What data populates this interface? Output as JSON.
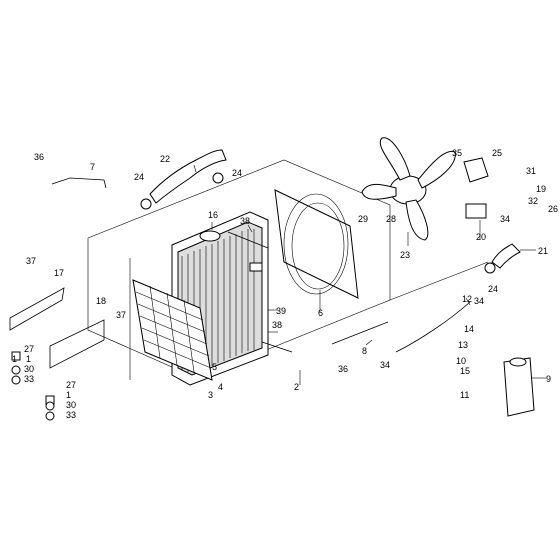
{
  "callouts": [
    {
      "id": "l1a",
      "text": "1"
    },
    {
      "id": "l1b",
      "text": "1"
    },
    {
      "id": "l2",
      "text": "2"
    },
    {
      "id": "l3",
      "text": "3"
    },
    {
      "id": "l4",
      "text": "4"
    },
    {
      "id": "l5",
      "text": "5"
    },
    {
      "id": "l6",
      "text": "6"
    },
    {
      "id": "l7",
      "text": "7"
    },
    {
      "id": "l8",
      "text": "8"
    },
    {
      "id": "l9",
      "text": "9"
    },
    {
      "id": "l10",
      "text": "10"
    },
    {
      "id": "l11",
      "text": "11"
    },
    {
      "id": "l12",
      "text": "12"
    },
    {
      "id": "l13",
      "text": "13"
    },
    {
      "id": "l14",
      "text": "14"
    },
    {
      "id": "l15",
      "text": "15"
    },
    {
      "id": "l16",
      "text": "16"
    },
    {
      "id": "l17",
      "text": "17"
    },
    {
      "id": "l18",
      "text": "18"
    },
    {
      "id": "l19",
      "text": "19"
    },
    {
      "id": "l20",
      "text": "20"
    },
    {
      "id": "l21",
      "text": "21"
    },
    {
      "id": "l22",
      "text": "22"
    },
    {
      "id": "l23",
      "text": "23"
    },
    {
      "id": "l24a",
      "text": "24"
    },
    {
      "id": "l24b",
      "text": "24"
    },
    {
      "id": "l24c",
      "text": "24"
    },
    {
      "id": "l25",
      "text": "25"
    },
    {
      "id": "l26",
      "text": "26"
    },
    {
      "id": "l27a",
      "text": "27"
    },
    {
      "id": "l27b",
      "text": "27"
    },
    {
      "id": "l28",
      "text": "28"
    },
    {
      "id": "l29",
      "text": "29"
    },
    {
      "id": "l30a",
      "text": "30"
    },
    {
      "id": "l30b",
      "text": "30"
    },
    {
      "id": "l31",
      "text": "31"
    },
    {
      "id": "l32",
      "text": "32"
    },
    {
      "id": "l33a",
      "text": "33"
    },
    {
      "id": "l33b",
      "text": "33"
    },
    {
      "id": "l34a",
      "text": "34"
    },
    {
      "id": "l34b",
      "text": "34"
    },
    {
      "id": "l34c",
      "text": "34"
    },
    {
      "id": "l35",
      "text": "35"
    },
    {
      "id": "l36a",
      "text": "36"
    },
    {
      "id": "l36b",
      "text": "36"
    },
    {
      "id": "l37a",
      "text": "37"
    },
    {
      "id": "l37b",
      "text": "37"
    },
    {
      "id": "l38a",
      "text": "38"
    },
    {
      "id": "l38b",
      "text": "38"
    },
    {
      "id": "l39",
      "text": "39"
    }
  ]
}
